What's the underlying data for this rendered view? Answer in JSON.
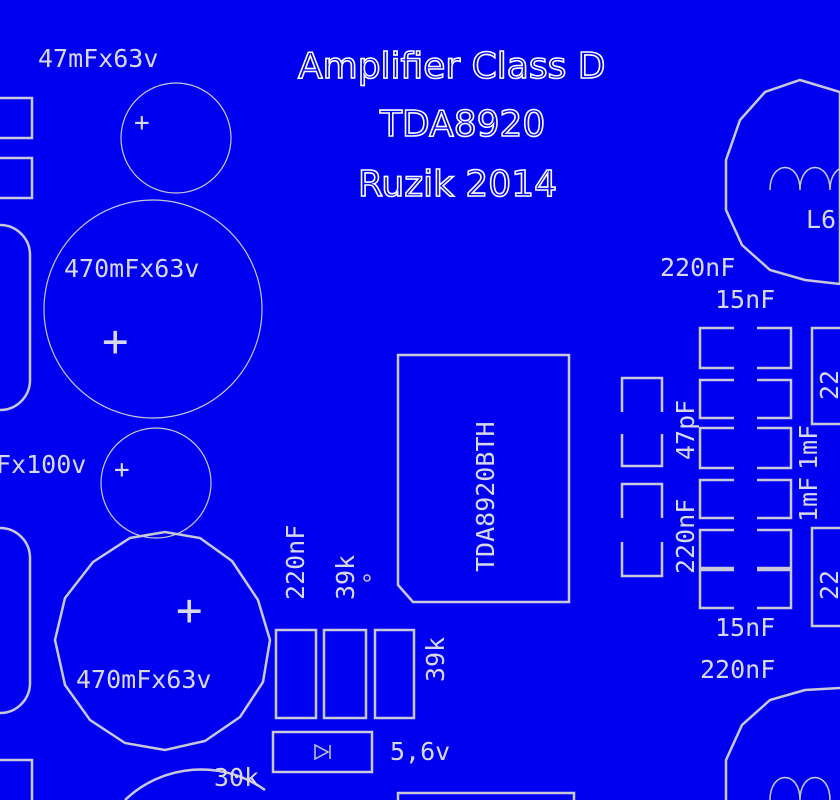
{
  "title": {
    "line1": "Amplifier  Class  D",
    "line2": "TDA8920",
    "line3": "Ruzik  2014"
  },
  "labels": {
    "cap_47mf": "47mFx63v",
    "cap_470mf_top": "470mFx63v",
    "cap_fx100v": "Fx100v",
    "cap_470mf_bottom": "470mFx63v",
    "plus_sign": "+",
    "res_220nf_mid": "220nF",
    "res_39k_a": "39k",
    "res_39k_b": "39k",
    "chip_name": "TDA8920BTH",
    "zener": "5,6v",
    "res_30k": "30k",
    "cap_220nf_top": "220nF",
    "cap_15nf_top": "15nF",
    "cap_47pf": "47pF",
    "cap_220nf_vertical": "220nF",
    "cap_1mf_a": "1mF",
    "cap_1mf_b": "1mF",
    "cap_15nf_bottom": "15nF",
    "cap_220nf_bottom": "220nF",
    "inductor": "L6",
    "edge_label_a": "22",
    "edge_label_b": "22"
  },
  "colors": {
    "board": "#0000f0",
    "silkscreen": "#d8d8e8",
    "title": "#ffffff"
  }
}
